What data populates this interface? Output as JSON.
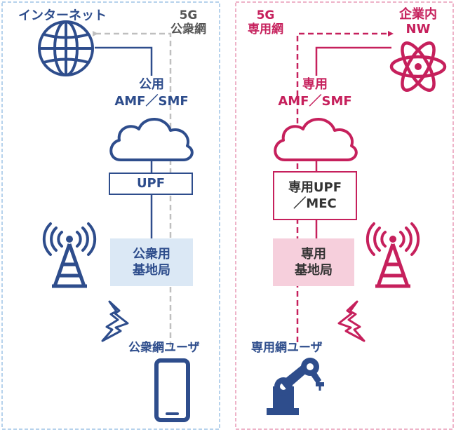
{
  "public": {
    "internet_label": "インターネット",
    "network_label": [
      "5G",
      "公衆網"
    ],
    "core_label": [
      "公用",
      "AMF／SMF"
    ],
    "upf_label": "UPF",
    "base_station_label": [
      "公衆用",
      "基地局"
    ],
    "user_label": "公衆網ユーザ"
  },
  "private": {
    "network_label": [
      "5G",
      "専用網"
    ],
    "enterprise_label": [
      "企業内",
      "NW"
    ],
    "core_label": [
      "専用",
      "AMF／SMF"
    ],
    "upf_label": [
      "専用UPF",
      "／MEC"
    ],
    "base_station_label": [
      "専用",
      "基地局"
    ],
    "user_label": "専用網ユーザ"
  },
  "icons": [
    "globe-icon",
    "atom-icon",
    "cloud-icon",
    "antenna-icon",
    "lightning-icon",
    "smartphone-icon",
    "robot-arm-icon"
  ],
  "colors": {
    "public": "#2e4d8c",
    "private": "#c6205c",
    "public_fill": "#dbe8f5",
    "private_fill": "#f6cfdc",
    "public_border": "#9dc3e6",
    "private_border": "#e89ab6",
    "public_path": "#bfbfbf"
  }
}
